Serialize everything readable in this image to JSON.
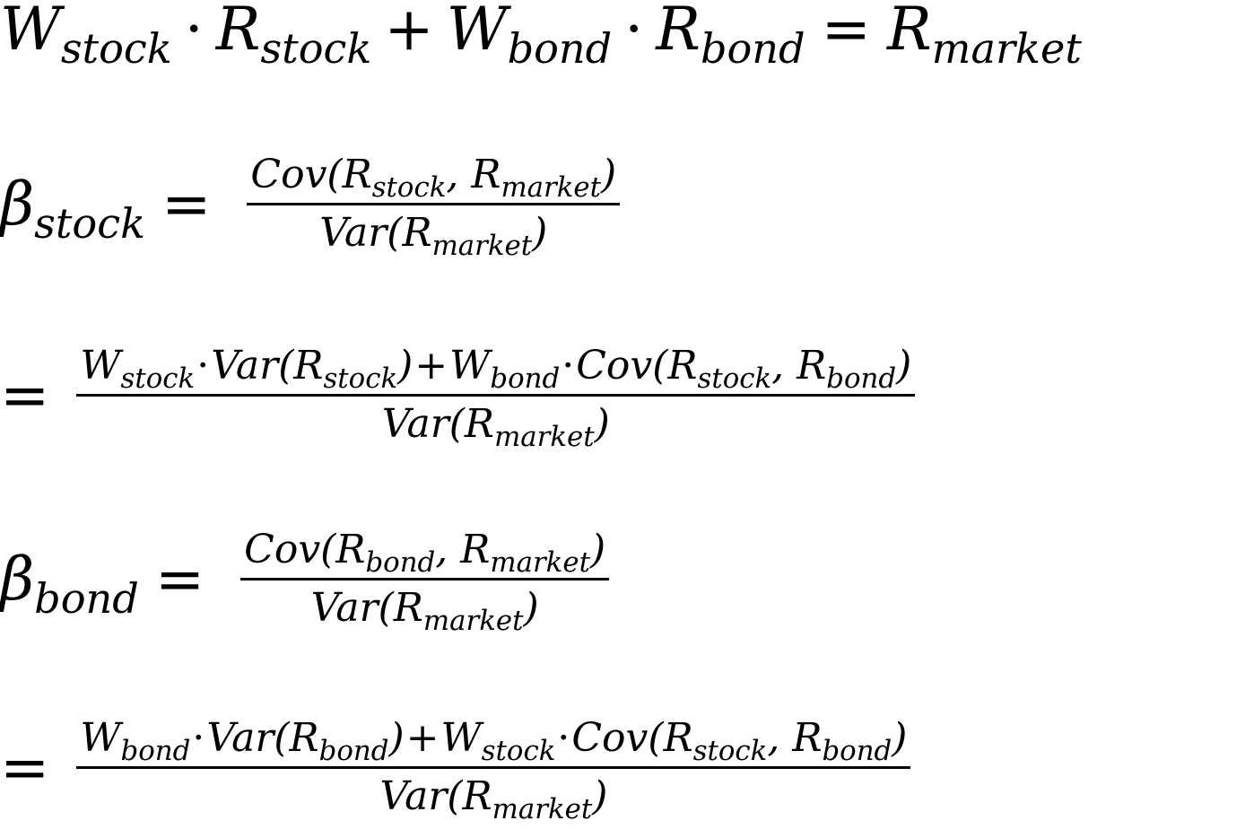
{
  "equations": {
    "market_return": {
      "w_stock": "W",
      "w_stock_sub": "stock",
      "dot1": "·",
      "r_stock": "R",
      "r_stock_sub": "stock",
      "plus": "+",
      "w_bond": "W",
      "w_bond_sub": "bond",
      "dot2": "·",
      "r_bond": "R",
      "r_bond_sub": "bond",
      "equals": "=",
      "r_market": "R",
      "r_market_sub": "market"
    },
    "beta_stock": {
      "beta": "β",
      "beta_sub": "stock",
      "equals": "=",
      "num": {
        "cov": "Cov(R",
        "s1": "stock",
        "comma": ", R",
        "s2": "market",
        "close": ")"
      },
      "den": {
        "var": "Var(R",
        "s1": "market",
        "close": ")"
      }
    },
    "beta_stock_expanded": {
      "equals": "=",
      "num": {
        "w1": "W",
        "w1_sub": "stock",
        "dot1": "·",
        "var": "Var(R",
        "var_sub": "stock",
        "var_close": ")",
        "plus": "+",
        "w2": "W",
        "w2_sub": "bond",
        "dot2": "·",
        "cov": "Cov(R",
        "cov_sub1": "stock",
        "comma": ", R",
        "cov_sub2": "bond",
        "cov_close": ")"
      },
      "den": {
        "var": "Var(R",
        "s1": "market",
        "close": ")"
      }
    },
    "beta_bond": {
      "beta": "β",
      "beta_sub": "bond",
      "equals": "=",
      "num": {
        "cov": "Cov(R",
        "s1": "bond",
        "comma": ", R",
        "s2": "market",
        "close": ")"
      },
      "den": {
        "var": "Var(R",
        "s1": "market",
        "close": ")"
      }
    },
    "beta_bond_expanded": {
      "equals": "=",
      "num": {
        "w1": "W",
        "w1_sub": "bond",
        "dot1": "·",
        "var": "Var(R",
        "var_sub": "bond",
        "var_close": ")",
        "plus": "+",
        "w2": "W",
        "w2_sub": "stock",
        "dot2": "·",
        "cov": "Cov(R",
        "cov_sub1": "stock",
        "comma": ", R",
        "cov_sub2": "bond",
        "cov_close": ")"
      },
      "den": {
        "var": "Var(R",
        "s1": "market",
        "close": ")"
      }
    }
  }
}
